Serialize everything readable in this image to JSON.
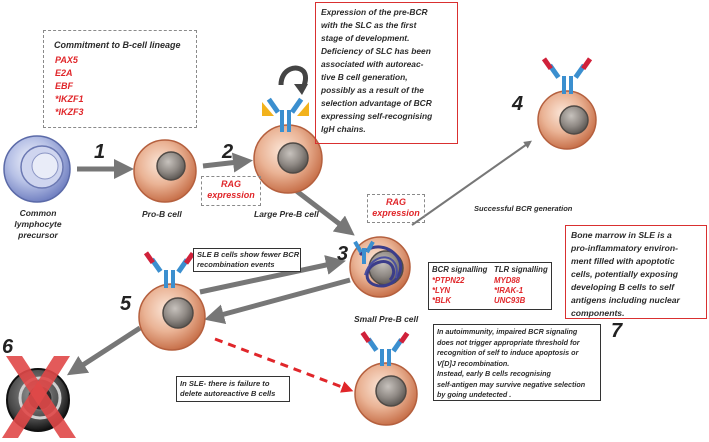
{
  "lineage_box": {
    "title": "Commitment to B-cell lineage",
    "genes": [
      "PAX5",
      "E2A",
      "EBF",
      "*IKZF1",
      "*IKZF3"
    ]
  },
  "preBCR_box": {
    "lines": [
      "Expression of the pre-BCR",
      "with the SLC as the first",
      "stage of development.",
      "Deficiency of SLC has been",
      "associated with autoreac-",
      "tive B cell generation,",
      "possibly as a result of the",
      "selection advantage of BCR",
      "expressing self-recognising",
      "IgH chains."
    ]
  },
  "cells": {
    "common": [
      "Common",
      "lymphocyte",
      "precursor"
    ],
    "pro_b": "Pro-B cell",
    "large_pre_b": "Large Pre-B cell",
    "small_pre_b": "Small Pre-B cell"
  },
  "steps": [
    "1",
    "2",
    "3",
    "4",
    "5",
    "6",
    "7"
  ],
  "rag1": [
    "RAG",
    "expression"
  ],
  "rag2": [
    "RAG",
    "expression"
  ],
  "successful": "Successful BCR generation",
  "bone_marrow": {
    "lines": [
      "Bone marrow in SLE is a",
      "pro-inflammatory environ-",
      "ment filled with apoptotic",
      "cells, potentially exposing",
      "developing B cells to self",
      "antigens including nuclear",
      "components."
    ]
  },
  "sle_fewer": [
    "SLE B cells show fewer BCR",
    "recombination events"
  ],
  "bcr_signalling": {
    "title": "BCR signalling",
    "genes": [
      "*PTPN22",
      "*LYN",
      "*BLK"
    ]
  },
  "tlr_signalling": {
    "title": "TLR signalling",
    "genes": [
      "MYD88",
      "*IRAK-1",
      "UNC93B"
    ]
  },
  "autoimmunity_box": {
    "lines": [
      "In autoimmunity, impaired BCR signaling",
      "does not trigger appropriate threshold for",
      "recognition of self to induce apoptosis or",
      "V[D]J recombination.",
      "Instead, early B cells recognising",
      "self-antigen may survive negative selection",
      "by going undetected ."
    ]
  },
  "failure_box": [
    "In SLE- there is failure to",
    "delete autoreactive B cells"
  ],
  "colors": {
    "cell_fill": "#e3a585",
    "cell_edge": "#b5603e",
    "nucleus": "#8a8580",
    "precursor": "#8b9bd0",
    "antibody_blue": "#3b8fcf",
    "antibody_red": "#d0213a",
    "accent_red": "#e0262a"
  }
}
